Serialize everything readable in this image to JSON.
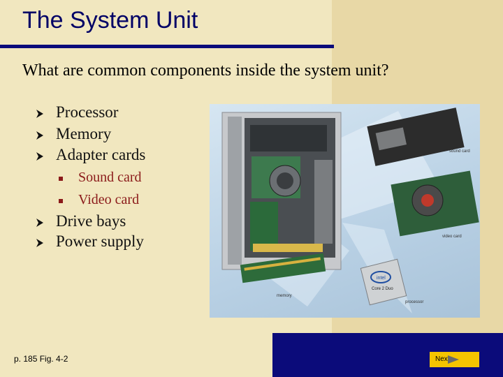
{
  "slide": {
    "title": "The System Unit",
    "question": "What are common components inside the system unit?",
    "bullets": [
      "Processor",
      "Memory",
      "Adapter cards"
    ],
    "sub_bullets": [
      "Sound card",
      "Video card"
    ],
    "bullets_after": [
      "Drive bays",
      "Power supply"
    ]
  },
  "figure": {
    "labels": {
      "sound_card": "sound card",
      "video_card": "video card",
      "memory": "memory",
      "processor": "processor",
      "chip_brand": "intel",
      "chip_model": "Core 2 Duo"
    }
  },
  "footer": {
    "caption": "p. 185 Fig. 4-2",
    "next_label": "Next"
  },
  "colors": {
    "background": "#f1e7bf",
    "accent_bar": "#0b0b7a",
    "title": "#000066",
    "sub_bullet": "#8b1a1a",
    "next_button": "#f5c400"
  }
}
